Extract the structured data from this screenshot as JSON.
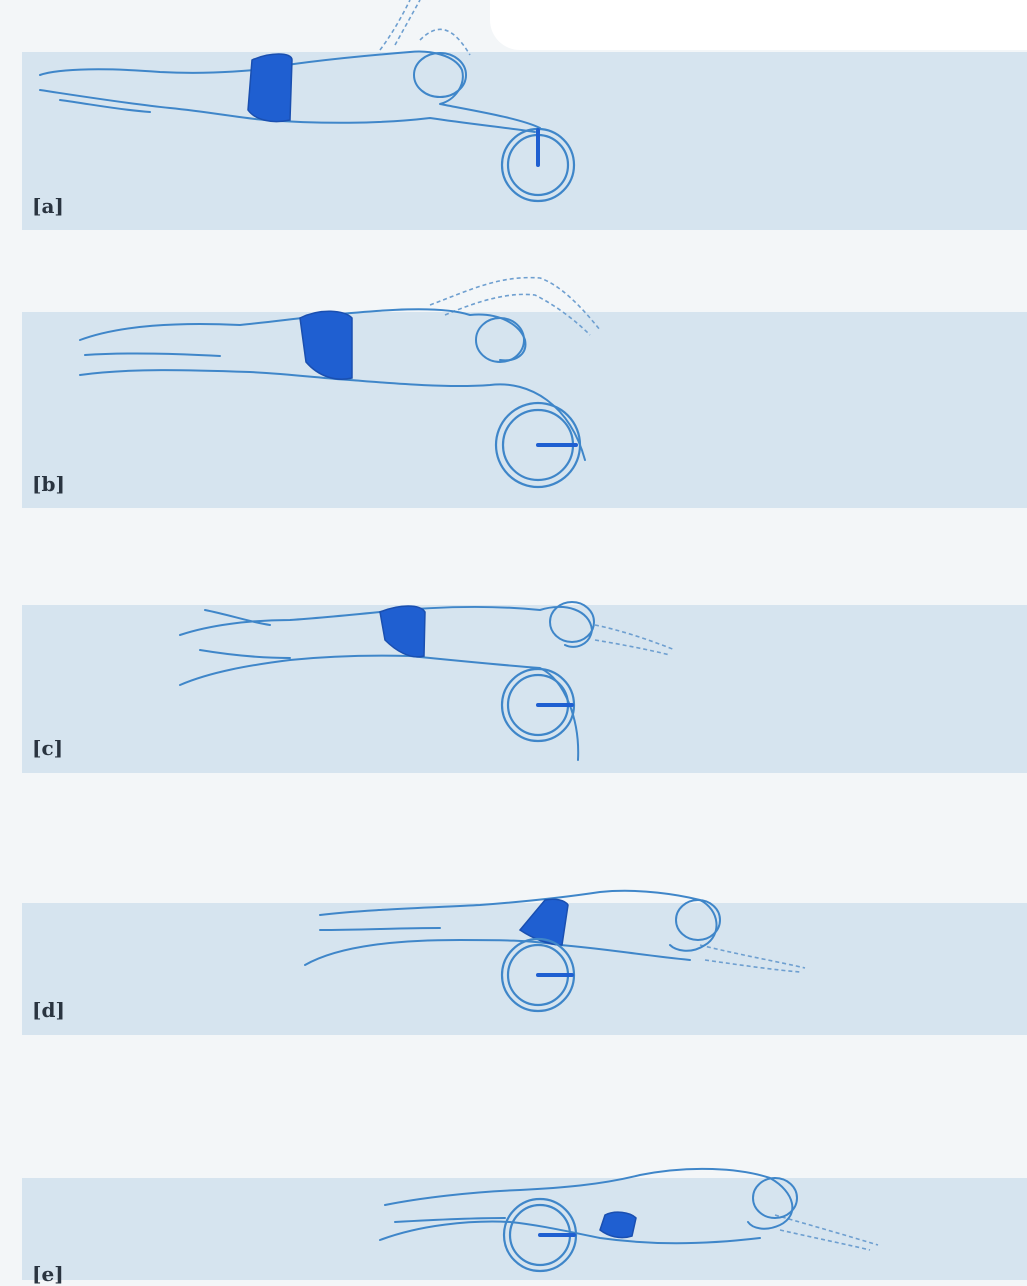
{
  "figures": [
    {
      "id": "a",
      "label": "[a]"
    },
    {
      "id": "b",
      "label": "[b]"
    },
    {
      "id": "c",
      "label": "[c]"
    },
    {
      "id": "d",
      "label": "[d]"
    },
    {
      "id": "e",
      "label": "[e]"
    }
  ],
  "colors": {
    "water_band": "#d6e4ef",
    "outline": "#3f86c9",
    "swimsuit": "#1f5fd1",
    "page": "#f3f6f8"
  }
}
